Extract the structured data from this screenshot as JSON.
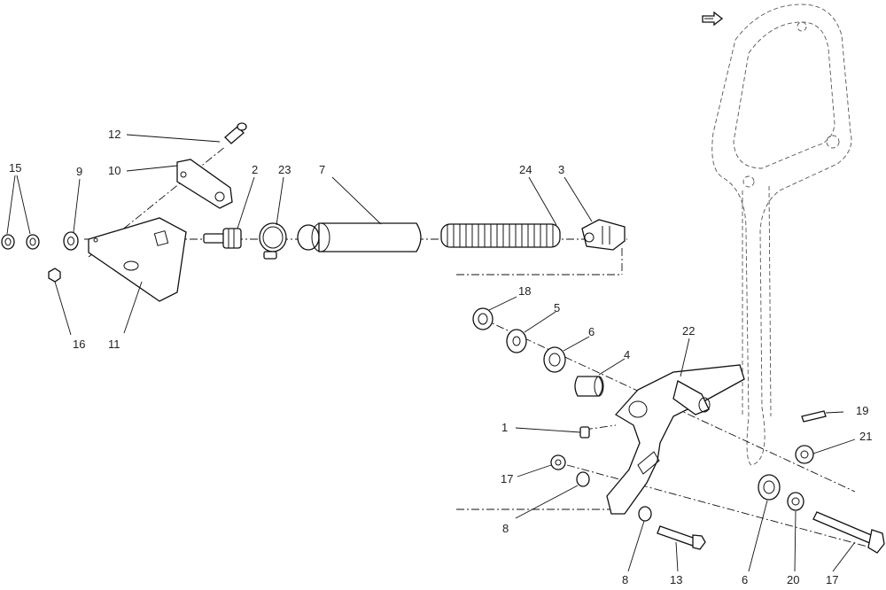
{
  "diagram": {
    "callouts": [
      {
        "id": "c-15",
        "label": "15"
      },
      {
        "id": "c-9",
        "label": "9"
      },
      {
        "id": "c-16",
        "label": "16"
      },
      {
        "id": "c-11",
        "label": "11"
      },
      {
        "id": "c-12",
        "label": "12"
      },
      {
        "id": "c-10",
        "label": "10"
      },
      {
        "id": "c-2",
        "label": "2"
      },
      {
        "id": "c-23",
        "label": "23"
      },
      {
        "id": "c-7",
        "label": "7"
      },
      {
        "id": "c-24",
        "label": "24"
      },
      {
        "id": "c-3",
        "label": "3"
      },
      {
        "id": "c-18",
        "label": "18"
      },
      {
        "id": "c-5",
        "label": "5"
      },
      {
        "id": "c-6a",
        "label": "6"
      },
      {
        "id": "c-4",
        "label": "4"
      },
      {
        "id": "c-22",
        "label": "22"
      },
      {
        "id": "c-1",
        "label": "1"
      },
      {
        "id": "c-17a",
        "label": "17"
      },
      {
        "id": "c-8a",
        "label": "8"
      },
      {
        "id": "c-19",
        "label": "19"
      },
      {
        "id": "c-21",
        "label": "21"
      },
      {
        "id": "c-8b",
        "label": "8"
      },
      {
        "id": "c-13",
        "label": "13"
      },
      {
        "id": "c-6b",
        "label": "6"
      },
      {
        "id": "c-20",
        "label": "20"
      },
      {
        "id": "c-17b",
        "label": "17"
      }
    ],
    "reference_icon": "hand-pointer-icon"
  }
}
